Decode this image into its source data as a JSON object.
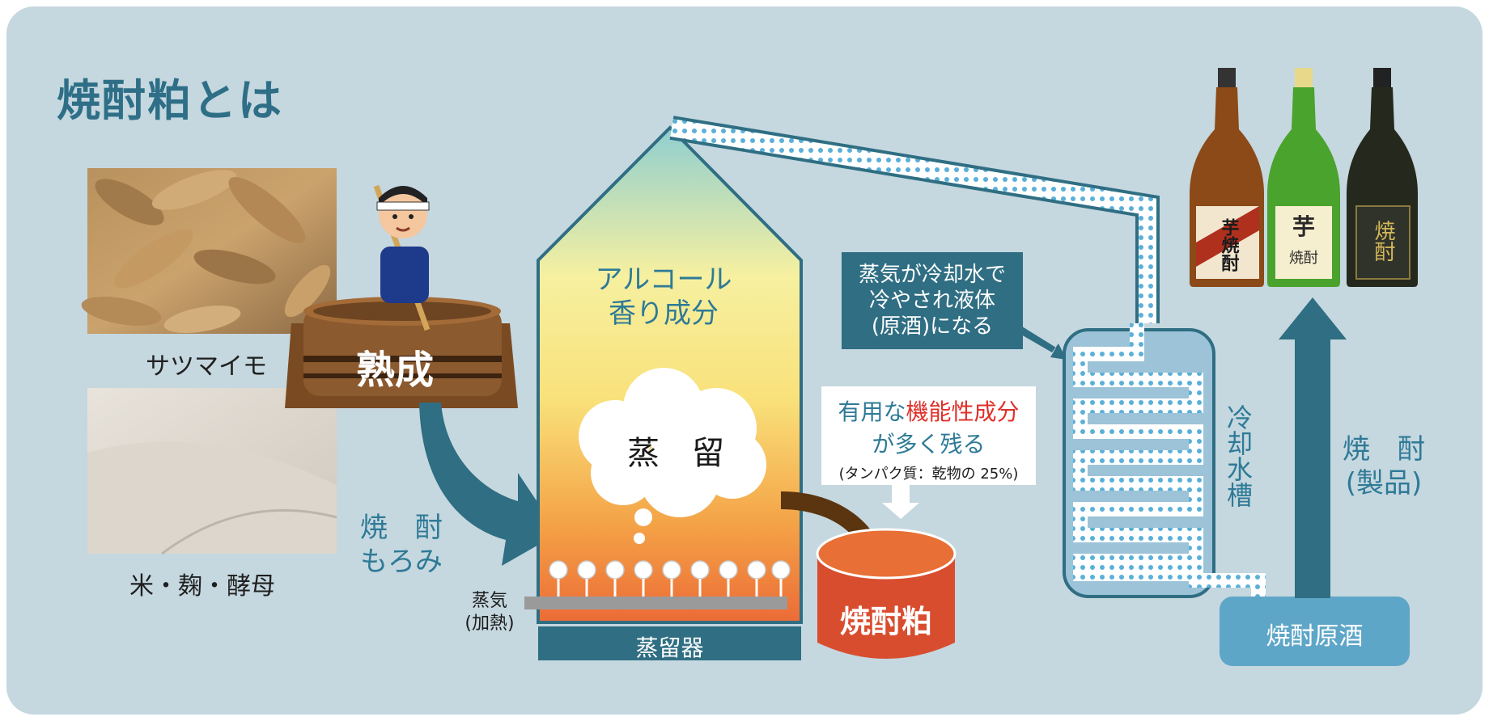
{
  "title": "焼酎粕とは",
  "ingredients": {
    "sweet_potato": "サツマイモ",
    "rice_koji_yeast": "米・麹・酵母"
  },
  "aging": "熟成",
  "moromi": {
    "line1": "焼　酎",
    "line2": "もろみ"
  },
  "still": {
    "vapor_label_line1": "アルコール",
    "vapor_label_line2": "香り成分",
    "cloud_label": "蒸　留",
    "base_label": "蒸留器",
    "steam_line1": "蒸気",
    "steam_line2": "(加熱)"
  },
  "condense_note": {
    "line1": "蒸気が冷却水で",
    "line2": "冷やされ液体",
    "line3": "(原酒)になる"
  },
  "benefit_note": {
    "line1_part1": "有用な",
    "line1_highlight": "機能性成分",
    "line2": "が多く残る",
    "line3": "(タンパク質：乾物の 25%)"
  },
  "byproduct": "焼酎粕",
  "cooling_tank": "冷却水槽",
  "raw_spirit": "焼酎原酒",
  "product": {
    "line1": "焼　酎",
    "line2": "(製品)"
  },
  "bottles": {
    "b1_label": "芋焼酎",
    "b2_label_top": "芋",
    "b2_label_bottom": "焼酎",
    "b3_label": "焼酎"
  },
  "colors": {
    "panel": "#c5d7df",
    "accent_teal": "#2f6e83",
    "highlight_red": "#e0302a",
    "byproduct_red": "#d94d2f"
  }
}
